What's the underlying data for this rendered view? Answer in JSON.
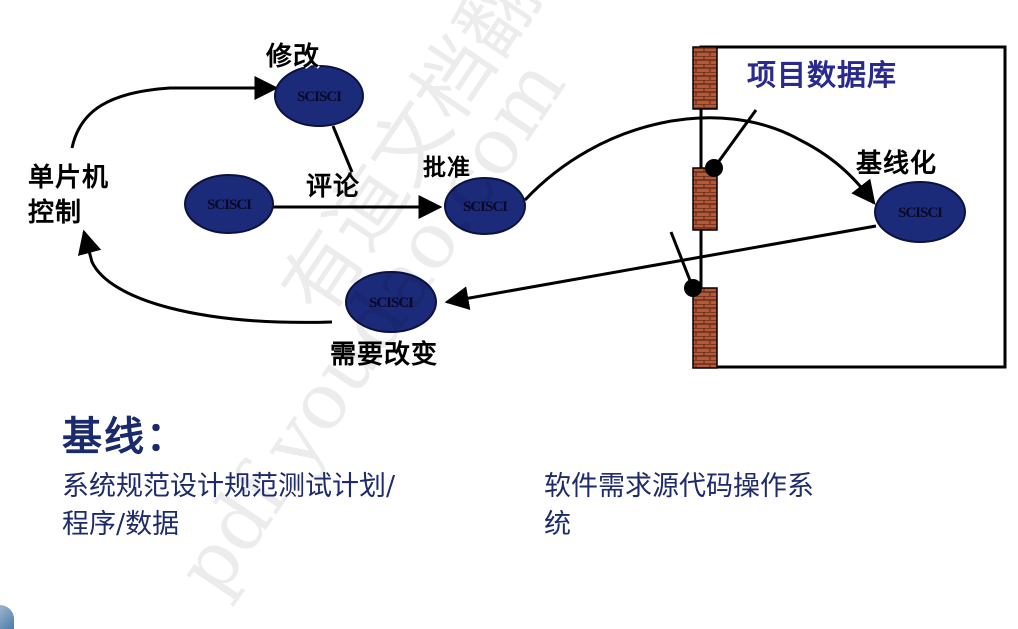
{
  "diagram": {
    "labels": {
      "modify": "修改",
      "single_chip_control_line1": "单片机",
      "single_chip_control_line2": "控制",
      "review": "评论",
      "approve": "批准",
      "project_database": "项目数据库",
      "baseline": "基线化",
      "change_required": "需要改变"
    },
    "node_text": "SCISCI",
    "node_count": 5
  },
  "watermark": {
    "line1": "有道文档翻译",
    "line2": "pdf.youdao.com"
  },
  "content": {
    "heading": "基线：",
    "left_text_line1": "系统规范设计规范测试计划/",
    "left_text_line2": "程序/数据",
    "right_text_line1": "软件需求源代码操作系",
    "right_text_line2": "统"
  },
  "colors": {
    "node_fill": "#1c2a7a",
    "heading": "#1a2a6c",
    "brick": "#b45a38"
  }
}
